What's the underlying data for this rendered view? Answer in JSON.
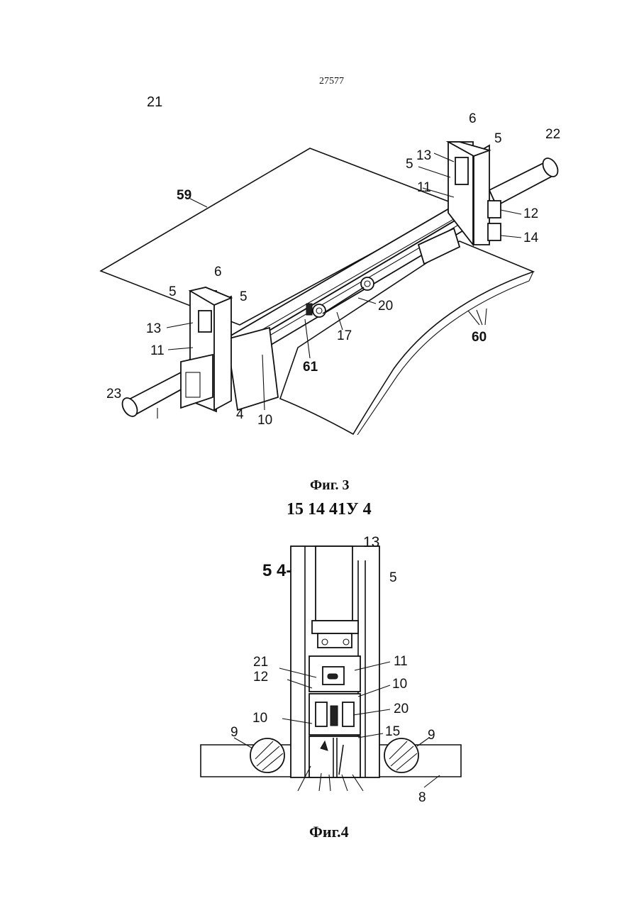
{
  "header": {
    "page_number": "27577"
  },
  "figure3": {
    "caption": "Фиг. 3",
    "corner_label": "21",
    "labels": {
      "n22": "22",
      "n6_right": "6",
      "n5_right_a": "5",
      "n13_right": "13",
      "n5_right_b": "5",
      "n11_right": "11",
      "n12": "12",
      "n14": "14",
      "n59": "59",
      "n6_left": "6",
      "n5_left_a": "5",
      "n5_left_b": "5",
      "n13_left": "13",
      "n11_left": "11",
      "n20": "20",
      "n17": "17",
      "n60": "60",
      "n61": "61",
      "n23": "23",
      "n4": "4",
      "n10": "10"
    }
  },
  "patent_code": "15 14 41У 4",
  "figure4": {
    "caption": "Фиг.4",
    "section_label": "5 4-",
    "labels": {
      "n13": "13",
      "n5": "5",
      "n21": "21",
      "n11": "11",
      "n12": "12",
      "n10_right": "10",
      "n20": "20",
      "n10_left": "10",
      "n15": "15",
      "n9_left": "9",
      "n9_right": "9",
      "n8": "8"
    }
  }
}
